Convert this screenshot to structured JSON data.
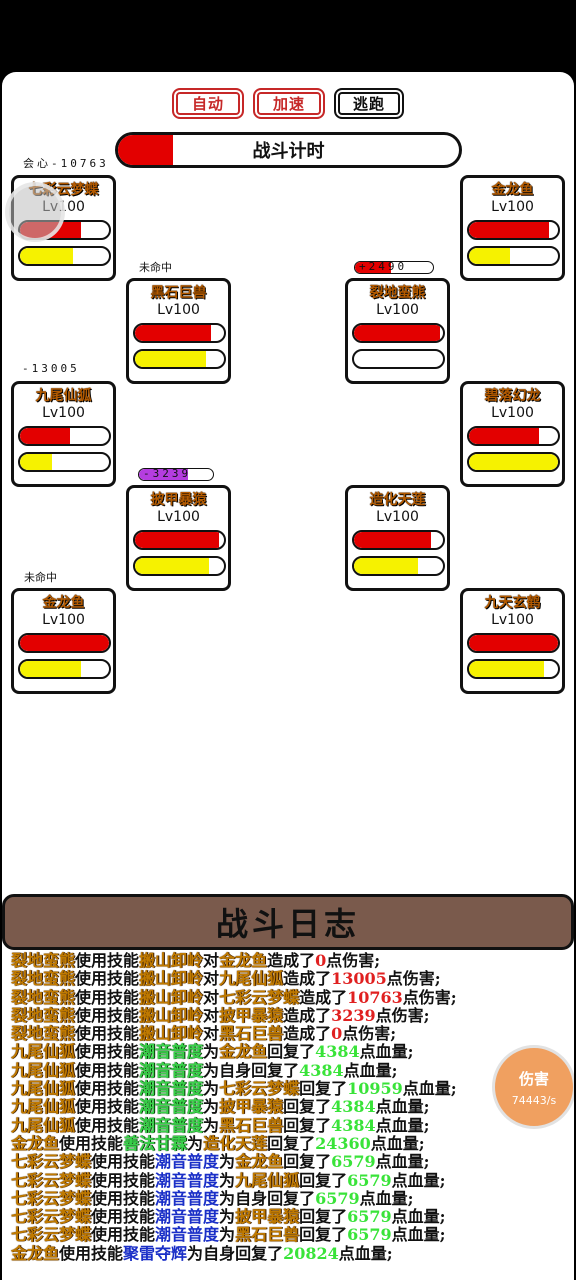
{
  "controls": {
    "auto": "自动",
    "speed": "加速",
    "flee": "逃跑"
  },
  "timer": {
    "label": "战斗计时",
    "progress": 0.16
  },
  "cards": [
    {
      "name": "七彩云梦蝶",
      "level": "Lv100",
      "hp": 0.68,
      "mp": 0.6
    },
    {
      "name": "金龙鱼",
      "level": "Lv100",
      "hp": 0.9,
      "mp": 0.46
    },
    {
      "name": "黑石巨兽",
      "level": "Lv100",
      "hp": 0.85,
      "mp": 0.8
    },
    {
      "name": "裂地蛮熊",
      "level": "Lv100",
      "hp": 0.97,
      "mp": 0.0
    },
    {
      "name": "九尾仙狐",
      "level": "Lv100",
      "hp": 0.56,
      "mp": 0.36
    },
    {
      "name": "碧落幻龙",
      "level": "Lv100",
      "hp": 0.79,
      "mp": 1.0
    },
    {
      "name": "披甲暴猿",
      "level": "Lv100",
      "hp": 0.94,
      "mp": 0.83
    },
    {
      "name": "造化天莲",
      "level": "Lv100",
      "hp": 0.87,
      "mp": 0.72
    },
    {
      "name": "金龙鱼",
      "level": "Lv100",
      "hp": 1.0,
      "mp": 0.68
    },
    {
      "name": "九天玄鹤",
      "level": "Lv100",
      "hp": 1.0,
      "mp": 0.84
    }
  ],
  "floats": {
    "crit": "会心-10763",
    "miss1": "未命中",
    "heal": "+2490",
    "dmg1": "-13005",
    "dmg2": "-3239",
    "miss2": "未命中"
  },
  "log": {
    "title": "战斗日志",
    "lines": [
      {
        "actor": "裂地蛮熊",
        "verb": "使用技能",
        "skill": "搬山卸岭",
        "prep": "对",
        "target": "金龙鱼",
        "mid": "造成了",
        "num": "0",
        "tail": "点伤害;",
        "kind": "dmg"
      },
      {
        "actor": "裂地蛮熊",
        "verb": "使用技能",
        "skill": "搬山卸岭",
        "prep": "对",
        "target": "九尾仙狐",
        "mid": "造成了",
        "num": "13005",
        "tail": "点伤害;",
        "kind": "dmg"
      },
      {
        "actor": "裂地蛮熊",
        "verb": "使用技能",
        "skill": "搬山卸岭",
        "prep": "对",
        "target": "七彩云梦蝶",
        "mid": "造成了",
        "num": "10763",
        "tail": "点伤害;",
        "kind": "dmg"
      },
      {
        "actor": "裂地蛮熊",
        "verb": "使用技能",
        "skill": "搬山卸岭",
        "prep": "对",
        "target": "披甲暴猿",
        "mid": "造成了",
        "num": "3239",
        "tail": "点伤害;",
        "kind": "dmg"
      },
      {
        "actor": "裂地蛮熊",
        "verb": "使用技能",
        "skill": "搬山卸岭",
        "prep": "对",
        "target": "黑石巨兽",
        "mid": "造成了",
        "num": "0",
        "tail": "点伤害;",
        "kind": "dmg"
      },
      {
        "actor": "九尾仙狐",
        "verb": "使用技能",
        "skill": "潮音普度",
        "prep": "为",
        "target": "金龙鱼",
        "mid": "回复了",
        "num": "4384",
        "tail": "点血量;",
        "kind": "heal"
      },
      {
        "actor": "九尾仙狐",
        "verb": "使用技能",
        "skill": "潮音普度",
        "prep": "为",
        "target": "自身",
        "mid": "回复了",
        "num": "4384",
        "tail": "点血量;",
        "kind": "heal-self"
      },
      {
        "actor": "九尾仙狐",
        "verb": "使用技能",
        "skill": "潮音普度",
        "prep": "为",
        "target": "七彩云梦蝶",
        "mid": "回复了",
        "num": "10959",
        "tail": "点血量;",
        "kind": "heal"
      },
      {
        "actor": "九尾仙狐",
        "verb": "使用技能",
        "skill": "潮音普度",
        "prep": "为",
        "target": "披甲暴猿",
        "mid": "回复了",
        "num": "4384",
        "tail": "点血量;",
        "kind": "heal"
      },
      {
        "actor": "九尾仙狐",
        "verb": "使用技能",
        "skill": "潮音普度",
        "prep": "为",
        "target": "黑石巨兽",
        "mid": "回复了",
        "num": "4384",
        "tail": "点血量;",
        "kind": "heal"
      },
      {
        "actor": "金龙鱼",
        "verb": "使用技能",
        "skill": "善法甘霖",
        "prep": "为",
        "target": "造化天莲",
        "mid": "回复了",
        "num": "24360",
        "tail": "点血量;",
        "kind": "heal"
      },
      {
        "actor": "七彩云梦蝶",
        "verb": "使用技能",
        "skill": "潮音普度",
        "prep": "为",
        "target": "金龙鱼",
        "mid": "回复了",
        "num": "6579",
        "tail": "点血量;",
        "kind": "heal-blue"
      },
      {
        "actor": "七彩云梦蝶",
        "verb": "使用技能",
        "skill": "潮音普度",
        "prep": "为",
        "target": "九尾仙狐",
        "mid": "回复了",
        "num": "6579",
        "tail": "点血量;",
        "kind": "heal-blue"
      },
      {
        "actor": "七彩云梦蝶",
        "verb": "使用技能",
        "skill": "潮音普度",
        "prep": "为",
        "target": "自身",
        "mid": "回复了",
        "num": "6579",
        "tail": "点血量;",
        "kind": "heal-blue-self"
      },
      {
        "actor": "七彩云梦蝶",
        "verb": "使用技能",
        "skill": "潮音普度",
        "prep": "为",
        "target": "披甲暴猿",
        "mid": "回复了",
        "num": "6579",
        "tail": "点血量;",
        "kind": "heal-blue"
      },
      {
        "actor": "七彩云梦蝶",
        "verb": "使用技能",
        "skill": "潮音普度",
        "prep": "为",
        "target": "黑石巨兽",
        "mid": "回复了",
        "num": "6579",
        "tail": "点血量;",
        "kind": "heal-blue"
      },
      {
        "actor": "金龙鱼",
        "verb": "使用技能",
        "skill": "聚雷夺辉",
        "prep": "为",
        "target": "自身",
        "mid": "回复了",
        "num": "20824",
        "tail": "点血量;",
        "kind": "heal-blue-self"
      }
    ]
  },
  "damage_meter": {
    "title": "伤害",
    "value": "74443/s"
  },
  "colors": {
    "hp": "#e30000",
    "mp": "#f6f200",
    "log_header": "#7a5a4c",
    "badge": "#f0a060"
  }
}
